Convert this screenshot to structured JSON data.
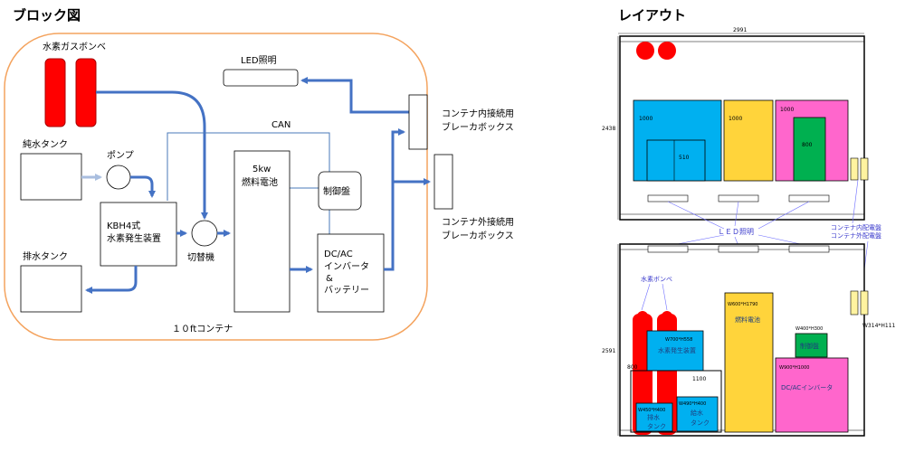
{
  "block": {
    "title": "ブロック図",
    "hydrogen_cylinder": "水素ガスボンベ",
    "led": "LED照明",
    "can": "CAN",
    "container_inner_breaker_1": "コンテナ内接続用",
    "container_inner_breaker_2": "ブレーカボックス",
    "container_outer_breaker_1": "コンテナ外接続用",
    "container_outer_breaker_2": "ブレーカボックス",
    "pure_water_tank": "純水タンク",
    "pump": "ポンプ",
    "fuel_cell_1": "5kw",
    "fuel_cell_2": "燃料電池",
    "controller": "制御盤",
    "generator_1": "KBH4式",
    "generator_2": "水素発生装置",
    "switcher": "切替機",
    "dcac_1": "DC/AC",
    "dcac_2": "インバータ",
    "dcac_3": "&",
    "dcac_4": "バッテリー",
    "drain_tank": "排水タンク",
    "container": "１０ftコンテナ"
  },
  "layout": {
    "title": "レイアウト",
    "top_width": "2991",
    "top_height": "2438",
    "blue_1000": "1000",
    "blue_inner": "510",
    "yellow_1000": "1000",
    "pink_1000": "1000",
    "green_800": "800",
    "led_label": "ＬＥＤ照明",
    "breaker_label_1": "コンテナ内配電盤",
    "breaker_label_2": "コンテナ外配電盤",
    "bottom_height": "2591",
    "breaker_dims": "W314*H111",
    "cylinder_label": "水素ボンベ",
    "fuel_dims": "W600*H1790",
    "fuel_label": "燃料電池",
    "ctrl_dims": "W400*H300",
    "ctrl_label": "制御盤",
    "gen_dims": "W700*H558",
    "gen_label": "水素発生装置",
    "cyl_height": "800",
    "shelf_label": "1100",
    "inv_dims": "W900*H1000",
    "inv_label": "DC/ACインバータ",
    "drain_dims": "W450*H400",
    "drain_label_1": "排水",
    "drain_label_2": "タンク",
    "water_dims": "W490*H400",
    "water_label_1": "給水",
    "water_label_2": "タンク"
  },
  "colors": {
    "blue_arrow": "#4472c4",
    "light_arrow": "#a9bedf",
    "red": "#ff0000",
    "cyan": "#00b0f0",
    "yellow": "#ffd43b",
    "pink": "#ff66cc",
    "green": "#00b050",
    "orange": "#f4a35e",
    "navy": "#1f3f7f"
  }
}
